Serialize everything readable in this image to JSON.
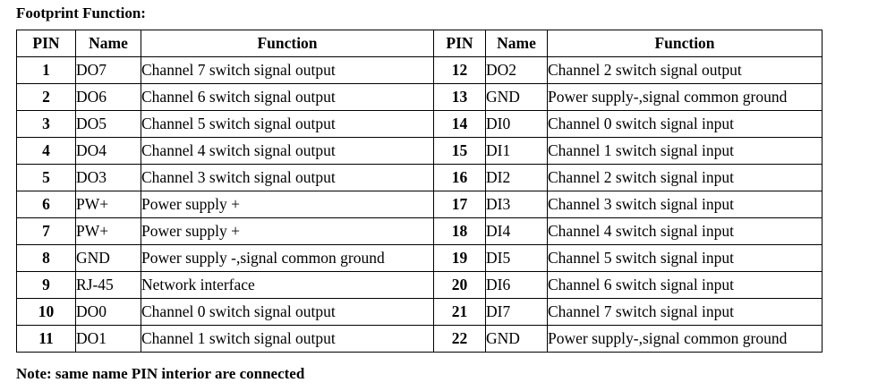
{
  "title": "Footprint Function:",
  "note": "Note: same name PIN interior are connected",
  "headers": {
    "pin": "PIN",
    "name": "Name",
    "function": "Function"
  },
  "rows": [
    {
      "left": {
        "pin": "1",
        "name": "DO7",
        "function": "Channel 7 switch signal output"
      },
      "right": {
        "pin": "12",
        "name": "DO2",
        "function": "Channel 2 switch signal output"
      }
    },
    {
      "left": {
        "pin": "2",
        "name": "DO6",
        "function": "Channel 6 switch signal output"
      },
      "right": {
        "pin": "13",
        "name": "GND",
        "function": "Power supply-,signal common ground"
      }
    },
    {
      "left": {
        "pin": "3",
        "name": "DO5",
        "function": "Channel 5 switch signal output"
      },
      "right": {
        "pin": "14",
        "name": "DI0",
        "function": "Channel 0 switch signal input"
      }
    },
    {
      "left": {
        "pin": "4",
        "name": "DO4",
        "function": "Channel 4 switch signal output"
      },
      "right": {
        "pin": "15",
        "name": "DI1",
        "function": "Channel 1 switch signal input"
      }
    },
    {
      "left": {
        "pin": "5",
        "name": "DO3",
        "function": "Channel 3 switch signal output"
      },
      "right": {
        "pin": "16",
        "name": "DI2",
        "function": "Channel 2 switch signal input"
      }
    },
    {
      "left": {
        "pin": "6",
        "name": "PW+",
        "function": "Power supply +"
      },
      "right": {
        "pin": "17",
        "name": "DI3",
        "function": "Channel 3 switch signal input"
      }
    },
    {
      "left": {
        "pin": "7",
        "name": "PW+",
        "function": "Power supply +"
      },
      "right": {
        "pin": "18",
        "name": "DI4",
        "function": "Channel 4 switch signal input"
      }
    },
    {
      "left": {
        "pin": "8",
        "name": "GND",
        "function": "Power supply -,signal common ground"
      },
      "right": {
        "pin": "19",
        "name": "DI5",
        "function": "Channel 5 switch signal input"
      }
    },
    {
      "left": {
        "pin": "9",
        "name": "RJ-45",
        "function": "Network interface"
      },
      "right": {
        "pin": "20",
        "name": "DI6",
        "function": "Channel 6 switch signal input"
      }
    },
    {
      "left": {
        "pin": "10",
        "name": "DO0",
        "function": "Channel 0 switch signal output"
      },
      "right": {
        "pin": "21",
        "name": "DI7",
        "function": "Channel 7 switch signal input"
      }
    },
    {
      "left": {
        "pin": "11",
        "name": "DO1",
        "function": "Channel 1 switch signal output"
      },
      "right": {
        "pin": "22",
        "name": "GND",
        "function": "Power supply-,signal common ground"
      }
    }
  ]
}
